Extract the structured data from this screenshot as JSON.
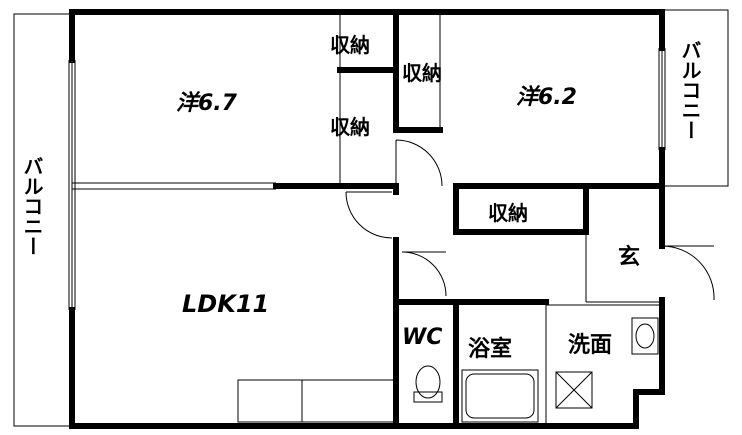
{
  "rooms": {
    "western_room_1": "洋6.7",
    "western_room_2": "洋6.2",
    "ldk": "LDK11",
    "wc": "WC",
    "bathroom": "浴室",
    "washroom": "洗面",
    "entrance": "玄"
  },
  "storage": {
    "storage_1": "収納",
    "storage_2": "収納",
    "storage_3": "収納",
    "storage_4": "収納"
  },
  "balconies": {
    "left": "バルコニー",
    "right": "バルコニー"
  }
}
